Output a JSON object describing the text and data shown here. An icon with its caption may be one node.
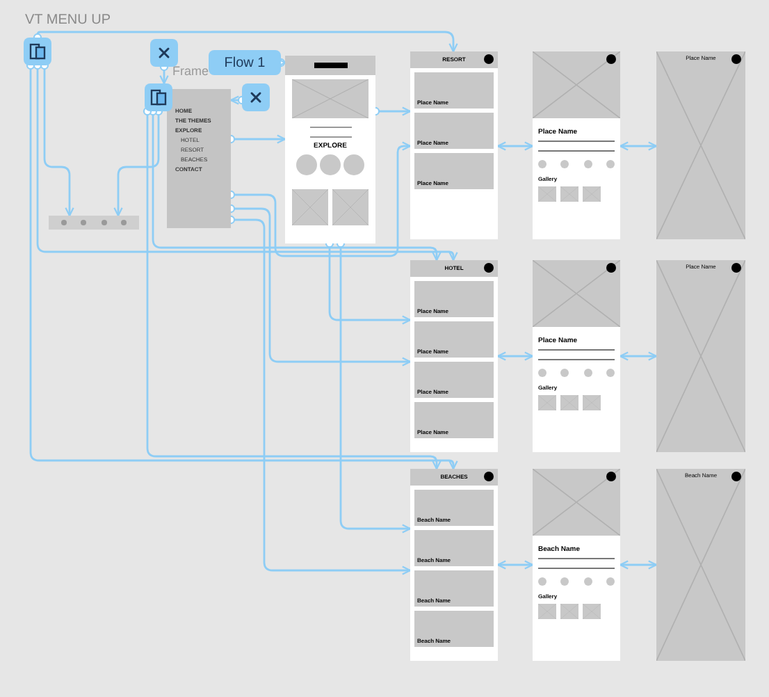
{
  "diagram": {
    "nodes": [
      {
        "text": [],
        "shape": "box"
      },
      {
        "text": [],
        "shape": "box"
      },
      {
        "text": [
          "Flow 1"
        ]
      },
      {
        "text": [
          "HOME",
          "THE THEMES",
          "EXPLORE",
          "HOTEL",
          "RESORT",
          "BEACHES",
          "CONTACT"
        ]
      },
      {
        "text": [],
        "shape": "box"
      },
      {
        "text": [],
        "shape": "box"
      },
      {
        "text": [],
        "shape": "bar"
      },
      {
        "text": [
          "EXPLORE"
        ]
      },
      {
        "text": [
          "RESORT",
          "Place Name",
          "Place Name",
          "Place Name"
        ]
      },
      {
        "text": [
          "Place Name",
          "Gallery"
        ]
      },
      {
        "text": [
          "Place Name"
        ]
      },
      {
        "text": [
          "HOTEL",
          "Place Name",
          "Place Name",
          "Place Name",
          "Place Name"
        ]
      },
      {
        "text": [
          "Place Name",
          "Gallery"
        ]
      },
      {
        "text": [
          "Place Name"
        ]
      },
      {
        "text": [
          "BEACHES",
          "Beach Name",
          "Beach Name",
          "Beach Name",
          "Beach Name"
        ]
      },
      {
        "text": [
          "Beach Name",
          "Gallery"
        ]
      },
      {
        "text": [
          "Beach Name"
        ]
      }
    ],
    "edges": [
      {
        "from": 2,
        "to": 7,
        "arrow": "to"
      },
      {
        "from": 0,
        "to": 8,
        "arrow": "to"
      },
      {
        "from": 0,
        "to": 11,
        "arrow": "to"
      },
      {
        "from": 0,
        "to": 14,
        "arrow": "to"
      },
      {
        "from": 0,
        "to": 6,
        "arrow": "to"
      },
      {
        "from": 4,
        "to": 6,
        "arrow": "to"
      },
      {
        "from": 4,
        "to": 11,
        "arrow": "to"
      },
      {
        "from": 4,
        "to": 14,
        "arrow": "to"
      },
      {
        "from": 1,
        "to": 4,
        "arrow": "to"
      },
      {
        "from": 5,
        "to": 3,
        "arrow": "to"
      },
      {
        "from": 3,
        "to": 7,
        "arrow": "to"
      },
      {
        "from": 3,
        "to": 8,
        "arrow": "to"
      },
      {
        "from": 3,
        "to": 11,
        "arrow": "to"
      },
      {
        "from": 3,
        "to": 14,
        "arrow": "to"
      },
      {
        "from": 7,
        "to": 8,
        "arrow": "to"
      },
      {
        "from": 7,
        "to": 11,
        "arrow": "to"
      },
      {
        "from": 7,
        "to": 14,
        "arrow": "to"
      },
      {
        "from": 8,
        "to": 9,
        "arrow": "both"
      },
      {
        "from": 9,
        "to": 10,
        "arrow": "both"
      },
      {
        "from": 11,
        "to": 12,
        "arrow": "both"
      },
      {
        "from": 12,
        "to": 13,
        "arrow": "both"
      },
      {
        "from": 14,
        "to": 15,
        "arrow": "both"
      },
      {
        "from": 15,
        "to": 16,
        "arrow": "both"
      }
    ],
    "labels": [
      "VT MENU UP",
      "Frame"
    ]
  }
}
